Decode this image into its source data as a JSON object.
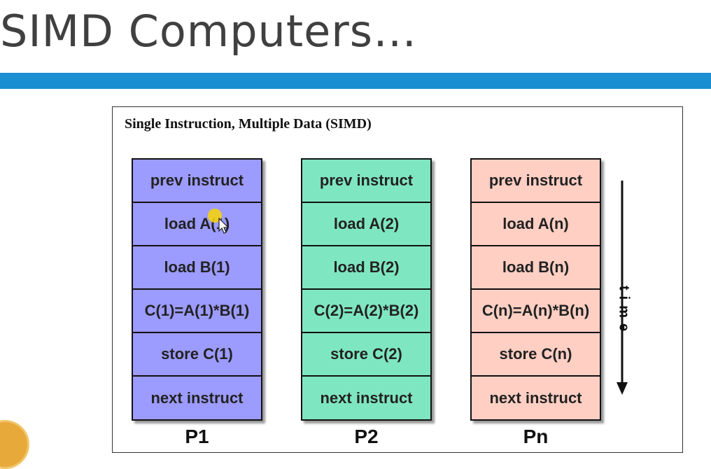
{
  "slide": {
    "title": "SIMD Computers…"
  },
  "figure": {
    "caption": "Single Instruction, Multiple Data (SIMD)",
    "time_label": "time",
    "processors": [
      {
        "label": "P1",
        "color": "#9c9bff",
        "steps": [
          "prev instruct",
          "load A(1)",
          "load B(1)",
          "C(1)=A(1)*B(1)",
          "store C(1)",
          "next instruct"
        ]
      },
      {
        "label": "P2",
        "color": "#7fe6c2",
        "steps": [
          "prev instruct",
          "load A(2)",
          "load B(2)",
          "C(2)=A(2)*B(2)",
          "store C(2)",
          "next instruct"
        ]
      },
      {
        "label": "Pn",
        "color": "#ffcfc3",
        "steps": [
          "prev instruct",
          "load A(n)",
          "load B(n)",
          "C(n)=A(n)*B(n)",
          "store C(n)",
          "next instruct"
        ]
      }
    ]
  },
  "colors": {
    "title_bar": "#1a8fd2",
    "cursor_highlight": "#f5d30f"
  },
  "icons": {
    "cursor": "mouse-pointer-icon",
    "avatar": "presenter-avatar"
  }
}
